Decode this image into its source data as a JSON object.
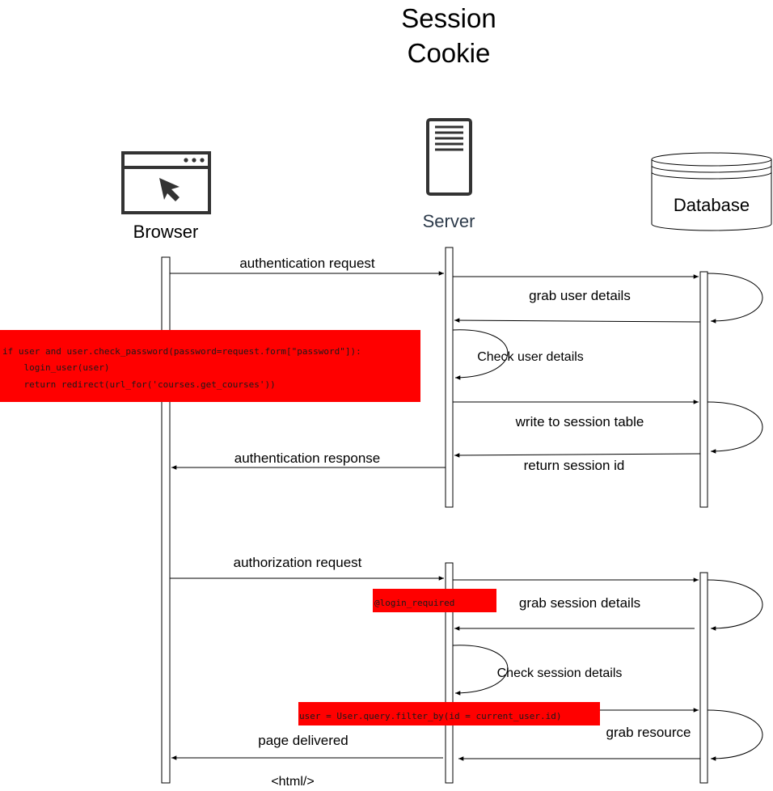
{
  "title": [
    "Session",
    "Cookie"
  ],
  "actors": {
    "browser": "Browser",
    "server": "Server",
    "database": "Database"
  },
  "messages": {
    "auth_request": "authentication request",
    "grab_user_details": "grab user details",
    "check_user_details": "Check user details",
    "write_session": "write to session table",
    "auth_response": "authentication response",
    "return_session_id": "return session id",
    "authz_request": "authorization request",
    "grab_session_details": "grab session details",
    "check_session_details": "Check session details",
    "grab_resource": "grab resource",
    "page_delivered": "page delivered",
    "html_tag": "<html/>"
  },
  "code_snippets": {
    "login_code": [
      "if user and user.check_password(password=request.form[\"password\"]):",
      "    login_user(user)",
      "    return redirect(url_for('courses.get_courses'))"
    ],
    "login_required": "@login_required",
    "user_query": "user = User.query.filter_by(id = current_user.id)"
  },
  "colors": {
    "highlight": "#ff0000",
    "code_text": "#1a1a1a",
    "line": "#000000",
    "icon": "#333333",
    "server_label": "#2c3a4a"
  }
}
